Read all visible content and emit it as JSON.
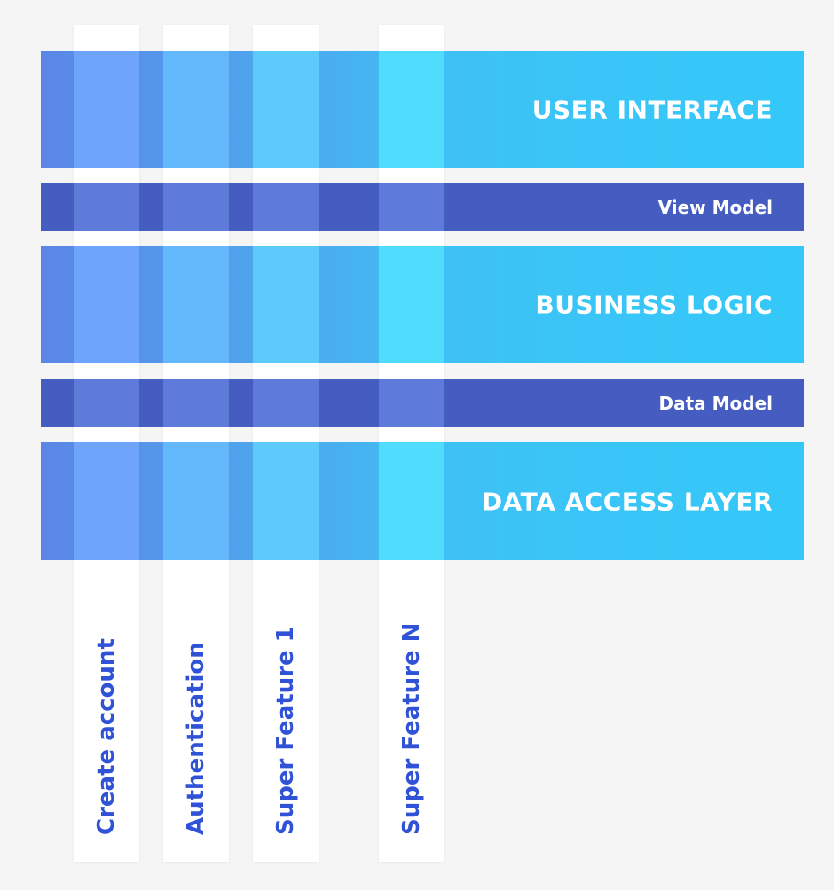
{
  "layers": [
    {
      "label": "USER INTERFACE",
      "kind": "big"
    },
    {
      "label": "View Model",
      "kind": "thin"
    },
    {
      "label": "BUSINESS LOGIC",
      "kind": "big"
    },
    {
      "label": "Data Model",
      "kind": "thin"
    },
    {
      "label": "DATA ACCESS LAYER",
      "kind": "big"
    }
  ],
  "features": [
    {
      "label": "Create account"
    },
    {
      "label": "Authentication"
    },
    {
      "label": "Super Feature 1"
    },
    {
      "label": "Super Feature N"
    }
  ],
  "colors": {
    "background": "#f5f5f6",
    "feature_column": "#ffffff",
    "feature_text": "#2f52d6",
    "thin_layer": "#455cc0",
    "thin_layer_cell": "#5f7bd9",
    "big_layer_start": "#5c86e6",
    "big_layer_end": "#33c8f8",
    "layer_text": "#ffffff"
  }
}
